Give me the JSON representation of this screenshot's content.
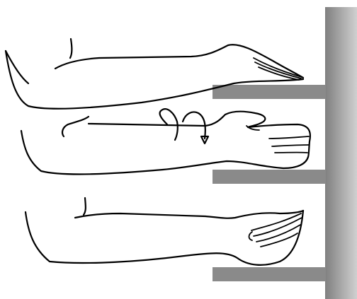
{
  "figure": {
    "description_icons": [
      "wall",
      "shelf",
      "arm-palm-down",
      "arm-rotating",
      "arm-palm-up",
      "rotation-arrow-icon"
    ],
    "colors": {
      "line": "#000000",
      "shelf": "#8a8a8a",
      "wall_light": "#c8c8c8",
      "wall_dark": "#7a7a7a",
      "background": "#ffffff"
    }
  }
}
